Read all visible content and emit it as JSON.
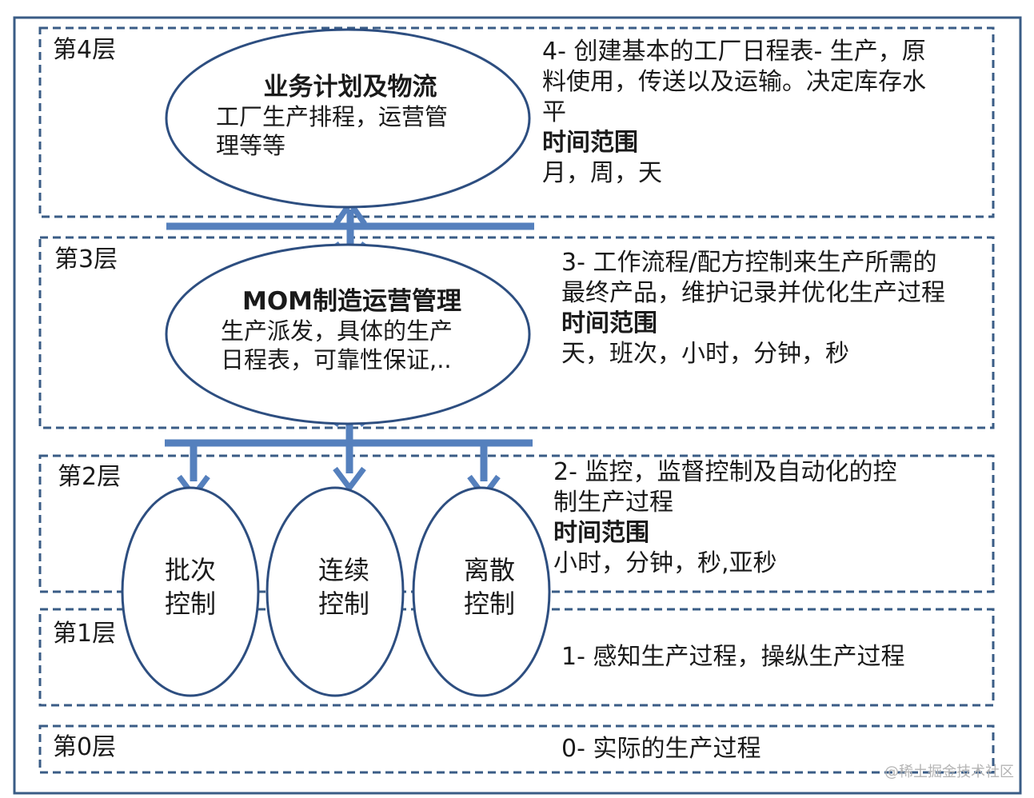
{
  "layers": [
    {
      "label": "第4层",
      "desc_lines": [
        "4- 创建基本的工厂日程表- 生产，原",
        "料使用，传送以及运输。决定库存水",
        "平"
      ],
      "time_heading": "时间范围",
      "time_value": "月，周，天"
    },
    {
      "label": "第3层",
      "desc_lines": [
        "3- 工作流程/配方控制来生产所需的",
        "最终产品，维护记录并优化生产过程"
      ],
      "time_heading": "时间范围",
      "time_value": "天，班次，小时，分钟，秒"
    },
    {
      "label": "第2层",
      "desc_lines": [
        "2- 监控，监督控制及自动化的控",
        "制生产过程"
      ],
      "time_heading": "时间范围",
      "time_value": "小时，分钟，秒,亚秒"
    },
    {
      "label": "第1层",
      "desc_lines": [
        "1- 感知生产过程，操纵生产过程"
      ]
    },
    {
      "label": "第0层",
      "desc_lines": [
        "0- 实际的生产过程"
      ]
    }
  ],
  "ellipses": {
    "business": {
      "title": "业务计划及物流",
      "body_lines": [
        "工厂生产排程，运营管",
        "理等等"
      ]
    },
    "mom": {
      "title": "MOM制造运营管理",
      "body_lines": [
        "生产派发，具体的生产",
        "日程表，可靠性保证,.."
      ]
    }
  },
  "controls": [
    {
      "lines": [
        "批次",
        "控制"
      ]
    },
    {
      "lines": [
        "连续",
        "控制"
      ]
    },
    {
      "lines": [
        "离散",
        "控制"
      ]
    }
  ],
  "watermark": "@稀土掘金技术社区",
  "colors": {
    "dash_border": "#3a5c86",
    "ellipse_stroke": "#2d4e80",
    "arrow": "#5580bd",
    "outer_border": "#3a5c86"
  }
}
